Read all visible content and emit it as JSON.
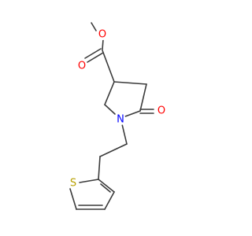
{
  "colors": {
    "bond": "#3a3a3a",
    "oxygen": "#ff0000",
    "nitrogen": "#0000ff",
    "sulfur": "#b8a000",
    "background": "#ffffff"
  },
  "atoms": {
    "o_ester_single": "O",
    "o_ester_carbonyl": "O",
    "o_lactam": "O",
    "n_ring": "N",
    "s_thiophene": "S"
  }
}
